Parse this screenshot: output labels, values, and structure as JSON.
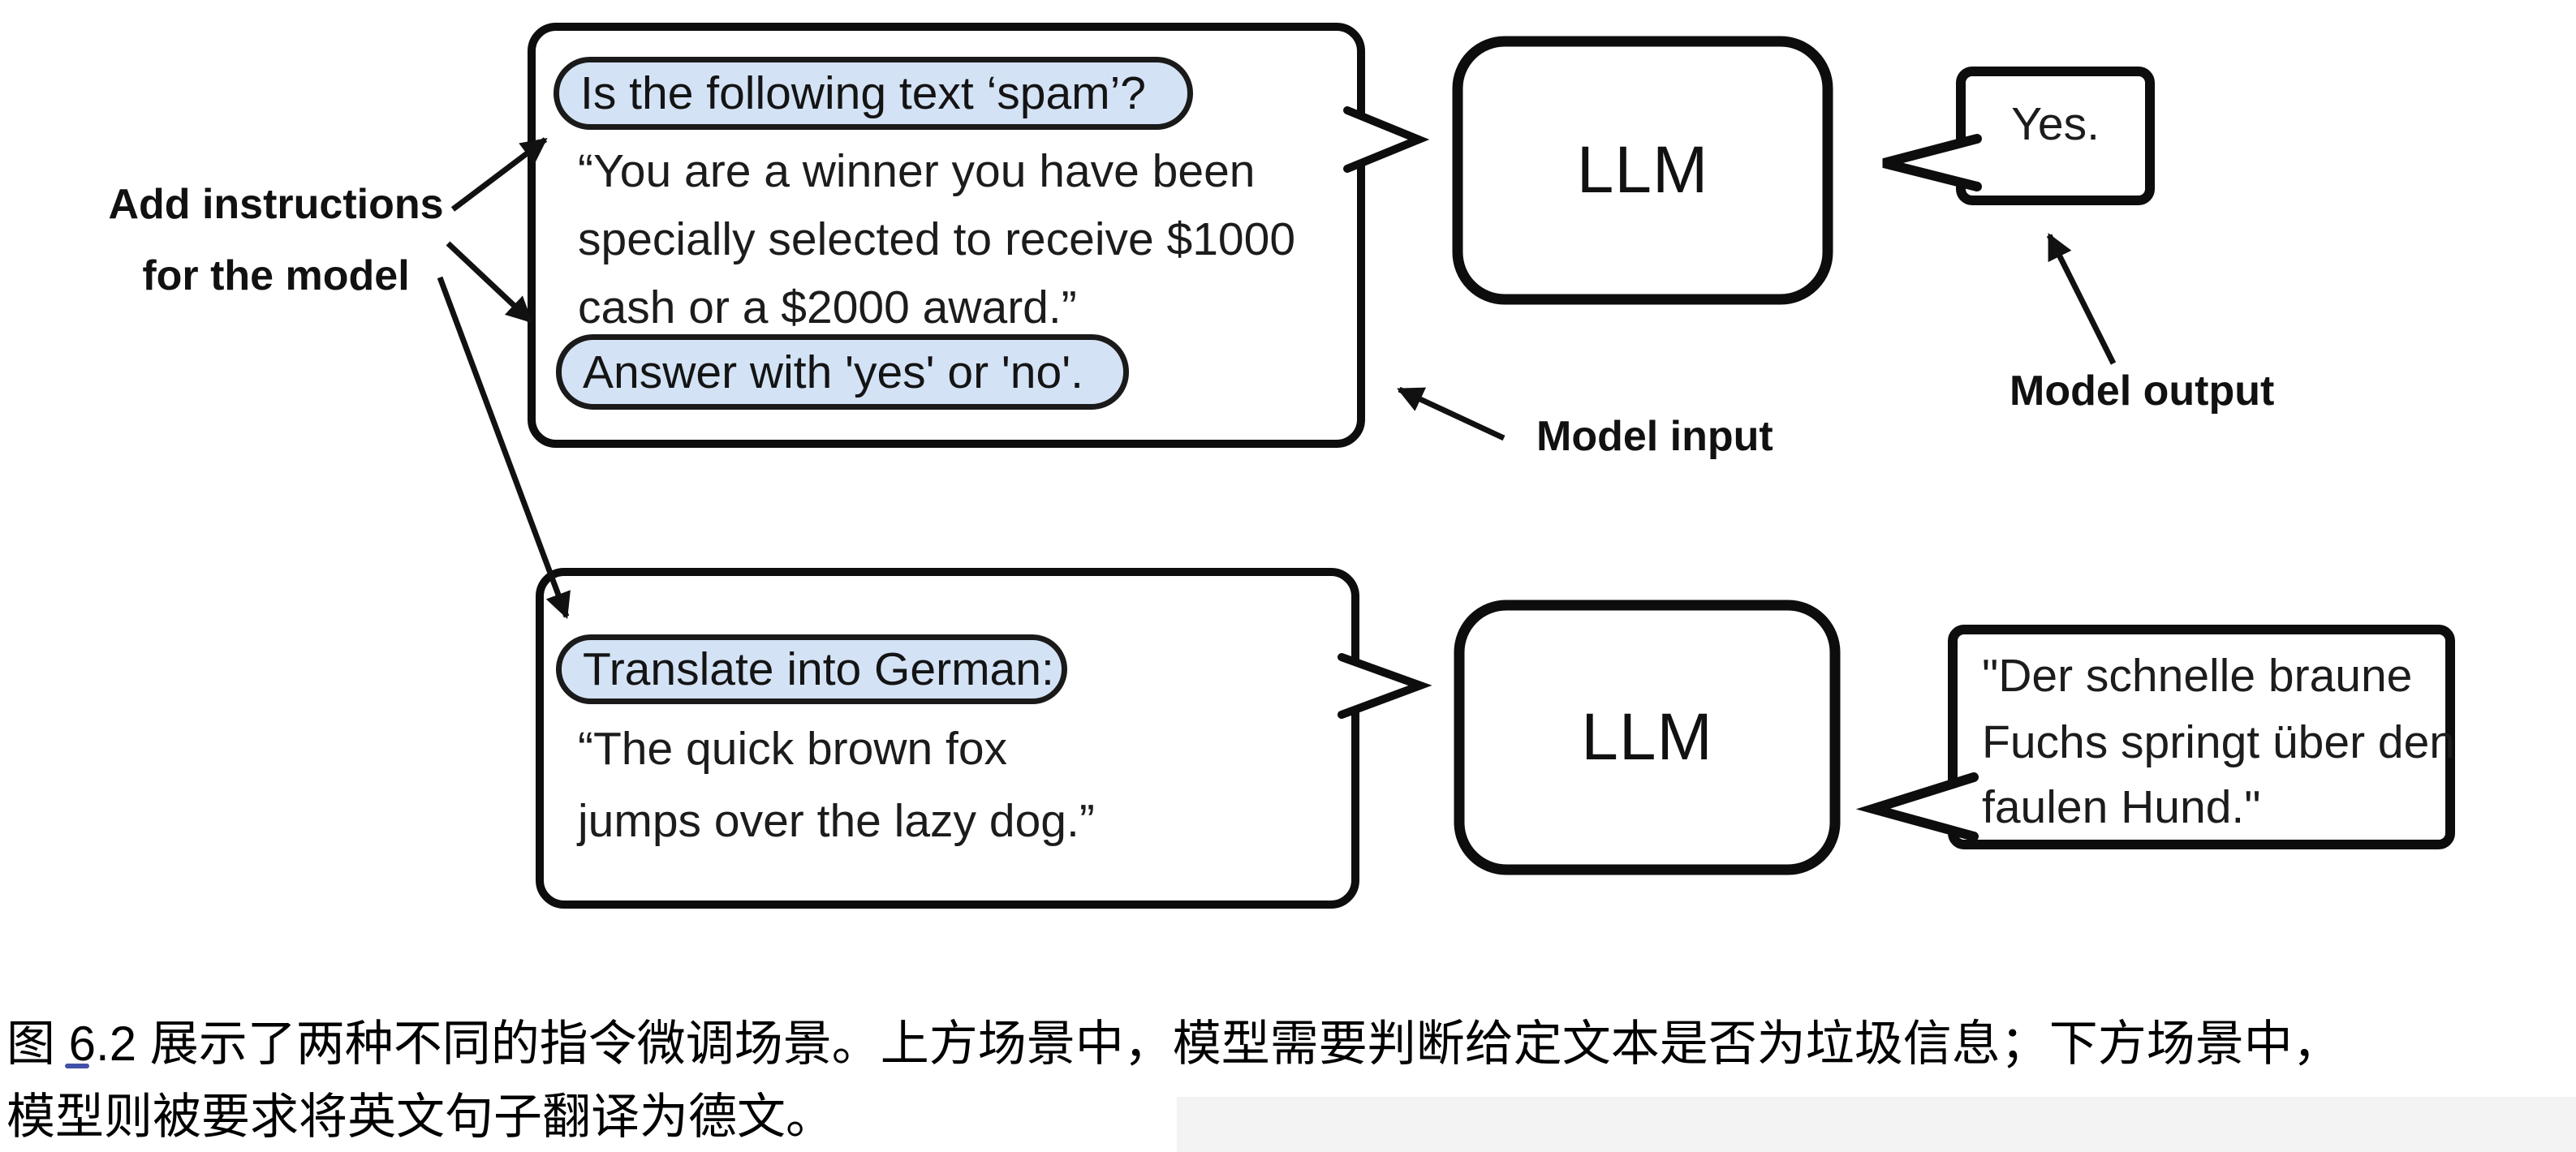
{
  "figure": {
    "labels": {
      "add_instructions_line1": "Add instructions",
      "add_instructions_line2": "for the model",
      "model_input": "Model input",
      "model_output": "Model output"
    },
    "spam_scenario": {
      "instruction_pill_1": "Is the following text ‘spam’?",
      "body_line1": "“You are a winner you have been",
      "body_line2": "specially selected to receive $1000",
      "body_line3": "cash or a $2000 award.”",
      "instruction_pill_2": "Answer with 'yes' or 'no'.",
      "llm_label": "LLM",
      "output": "Yes."
    },
    "translation_scenario": {
      "instruction_pill": "Translate into German:",
      "body_line1": "“The quick brown fox",
      "body_line2": "jumps over the lazy dog.”",
      "llm_label": "LLM",
      "output_line1": "\"Der schnelle braune",
      "output_line2": "Fuchs springt über den",
      "output_line3": "faulen Hund.\""
    },
    "colors": {
      "pill_fill": "#d3e2f5",
      "diagram_stroke": "#111111",
      "underline_blue": "#4150a8",
      "footer_gray": "#f3f3f3"
    }
  },
  "caption": {
    "line1": "图 6.2 展示了两种不同的指令微调场景。上方场景中，模型需要判断给定文本是否为垃圾信息；下方场景中，",
    "line2": "模型则被要求将英文句子翻译为德文。"
  }
}
